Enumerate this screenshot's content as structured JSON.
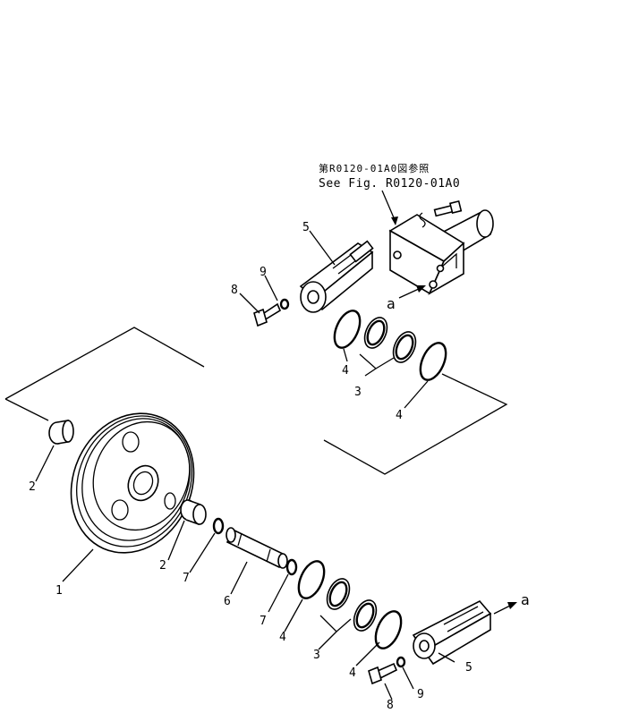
{
  "reference": {
    "line_jp": "第R0120-01A0図参照",
    "line_en": "See Fig. R0120-01A0"
  },
  "arrow_labels": {
    "upper": "a",
    "lower": "a"
  },
  "callouts": {
    "c1": "1",
    "c2a": "2",
    "c2b": "2",
    "c3a": "3",
    "c3b": "3",
    "c4a": "4",
    "c4b": "4",
    "c4c": "4",
    "c4d": "4",
    "c5a": "5",
    "c5b": "5",
    "c6": "6",
    "c7a": "7",
    "c7b": "7",
    "c8a": "8",
    "c8b": "8",
    "c9a": "9",
    "c9b": "9"
  }
}
